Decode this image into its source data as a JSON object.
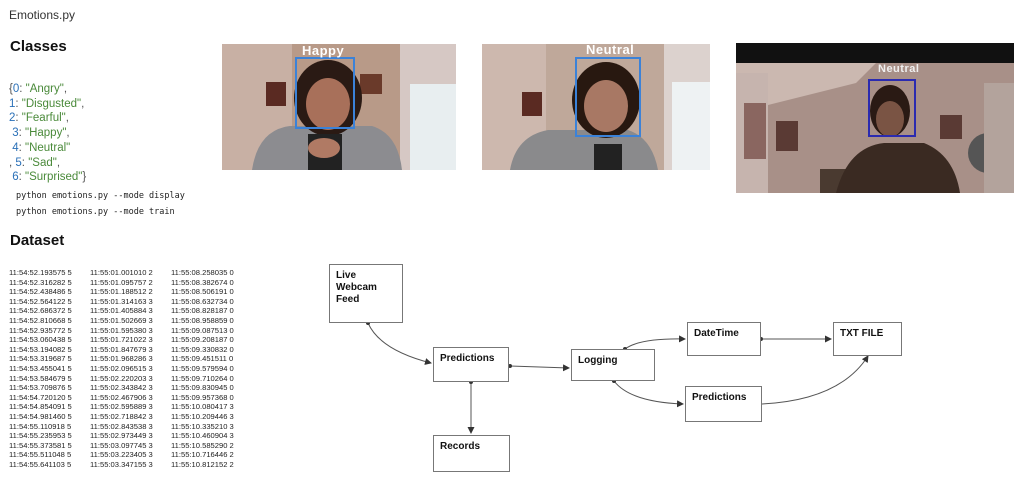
{
  "file_title": "Emotions.py",
  "classes_heading": "Classes",
  "dataset_heading": "Dataset",
  "classes": [
    {
      "key": "0",
      "label": "\"Angry\""
    },
    {
      "key": "1",
      "label": "\"Disgusted\""
    },
    {
      "key": "2",
      "label": "\"Fearful\""
    },
    {
      "key": "3",
      "label": "\"Happy\""
    },
    {
      "key": "4",
      "label": "\"Neutral\""
    },
    {
      "key": "5",
      "label": "\"Sad\""
    },
    {
      "key": "6",
      "label": "\"Surprised\""
    }
  ],
  "commands": [
    "python emotions.py --mode display",
    "python emotions.py --mode train"
  ],
  "photos": [
    {
      "label": "Happy",
      "box_color": "#3b82d8"
    },
    {
      "label": "Neutral",
      "box_color": "#3b82d8"
    },
    {
      "label": "Neutral",
      "box_color": "#2b2bb0"
    }
  ],
  "dataset_columns": [
    [
      "11:54:52.193575 5",
      "11:54:52.316282 5",
      "11:54:52.438486 5",
      "11:54:52.564122 5",
      "11:54:52.686372 5",
      "11:54:52.810668 5",
      "11:54:52.935772 5",
      "11:54:53.060438 5",
      "11:54:53.194082 5",
      "11:54:53.319687 5",
      "11:54:53.455041 5",
      "11:54:53.584679 5",
      "11:54:53.709876 5",
      "11:54:54.720120 5",
      "11:54:54.854091 5",
      "11:54:54.981460 5",
      "11:54:55.110918 5",
      "11:54:55.235953 5",
      "11:54:55.373581 5",
      "11:54:55.511048 5",
      "11:54:55.641103 5"
    ],
    [
      "11:55:01.001010 2",
      "11:55:01.095757 2",
      "11:55:01.188512 2",
      "11:55:01.314163 3",
      "11:55:01.405884 3",
      "11:55:01.502669 3",
      "11:55:01.595380 3",
      "11:55:01.721022 3",
      "11:55:01.847679 3",
      "11:55:01.968286 3",
      "11:55:02.096515 3",
      "11:55:02.220203 3",
      "11:55:02.343842 3",
      "11:55:02.467906 3",
      "11:55:02.595889 3",
      "11:55:02.718842 3",
      "11:55:02.843538 3",
      "11:55:02.973449 3",
      "11:55:03.097745 3",
      "11:55:03.223405 3",
      "11:55:03.347155 3"
    ],
    [
      "11:55:08.258035 0",
      "11:55:08.382674 0",
      "11:55:08.506191 0",
      "11:55:08.632734 0",
      "11:55:08.828187 0",
      "11:55:08.958859 0",
      "11:55:09.087513 0",
      "11:55:09.208187 0",
      "11:55:09.330832 0",
      "11:55:09.451511 0",
      "11:55:09.579594 0",
      "11:55:09.710264 0",
      "11:55:09.830945 0",
      "11:55:09.957368 0",
      "11:55:10.080417 3",
      "11:55:10.209446 3",
      "11:55:10.335210 3",
      "11:55:10.460904 3",
      "11:55:10.585290 2",
      "11:55:10.716446 2",
      "11:55:10.812152 2"
    ]
  ],
  "flow": {
    "webcam": "Live Webcam Feed",
    "predictions_main": "Predictions",
    "records": "Records",
    "logging": "Logging",
    "datetime": "DateTime",
    "txt_file": "TXT FILE",
    "predictions_secondary": "Predictions"
  }
}
